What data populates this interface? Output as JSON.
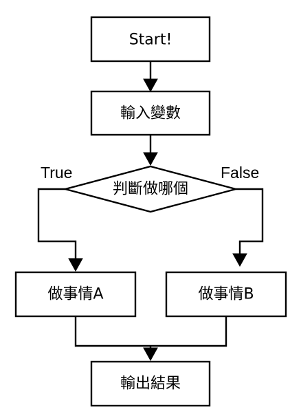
{
  "nodes": {
    "start": {
      "label": "Start!"
    },
    "input": {
      "label": "輸入變數"
    },
    "decision": {
      "label": "判斷做哪個"
    },
    "task_a": {
      "label": "做事情A"
    },
    "task_b": {
      "label": "做事情B"
    },
    "output": {
      "label": "輸出結果"
    }
  },
  "branches": {
    "true_label": "True",
    "false_label": "False"
  }
}
